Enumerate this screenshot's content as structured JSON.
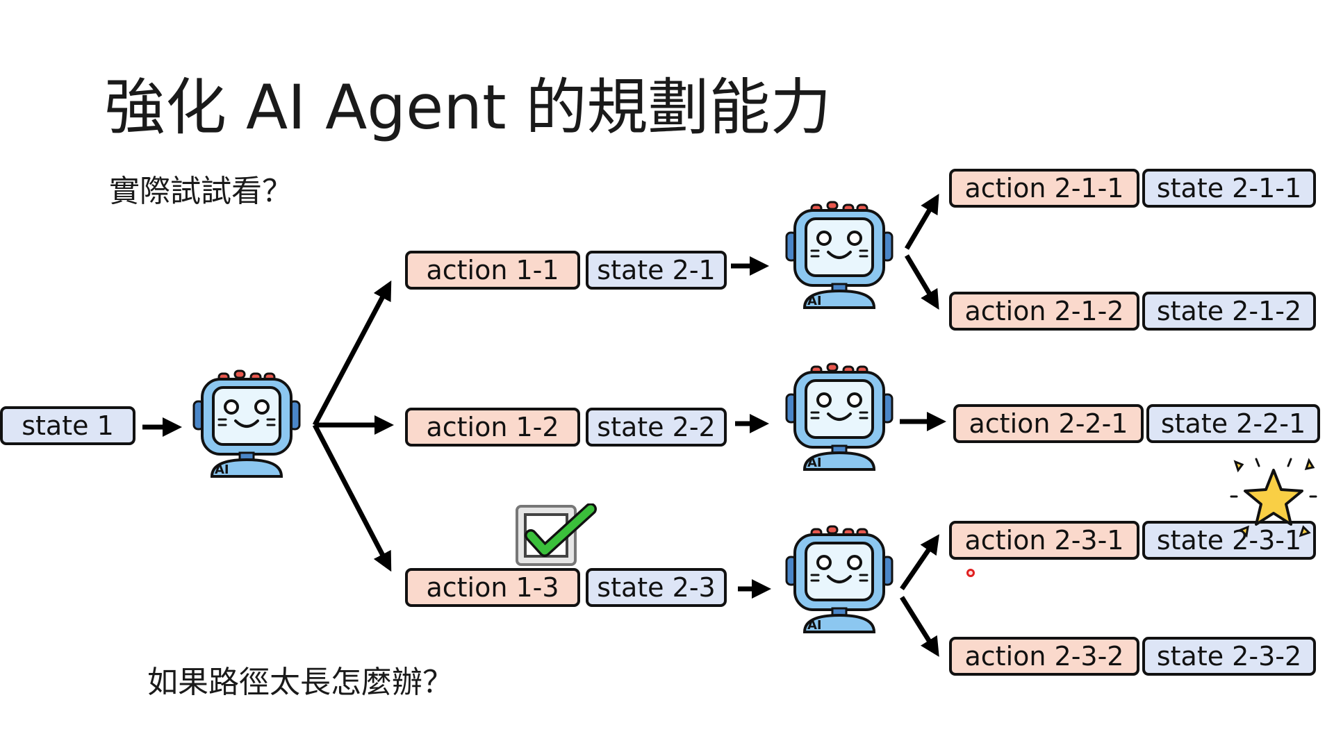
{
  "slide": {
    "title": "強化 AI Agent 的規劃能力",
    "subtitle": "實際試試看？",
    "question": "如果路徑太長怎麼辦？"
  },
  "diagram": {
    "root_state": "state 1",
    "robot_badge": "AI",
    "level1": [
      {
        "action": "action 1-1",
        "state": "state 2-1"
      },
      {
        "action": "action 1-2",
        "state": "state 2-2"
      },
      {
        "action": "action 1-3",
        "state": "state 2-3",
        "marked": "checkbox-checked"
      }
    ],
    "level2": [
      {
        "action": "action 2-1-1",
        "state": "state 2-1-1"
      },
      {
        "action": "action 2-1-2",
        "state": "state 2-1-2"
      },
      {
        "action": "action 2-2-1",
        "state": "state 2-2-1"
      },
      {
        "action": "action 2-3-1",
        "state": "state 2-3-1",
        "marked": "star"
      },
      {
        "action": "action 2-3-2",
        "state": "state 2-3-2"
      }
    ],
    "colors": {
      "action_fill": "#fad9cc",
      "state_fill": "#dde5f6",
      "robot_body": "#8cc7f0",
      "check": "#3bbf3b",
      "star": "#f9cf45"
    }
  }
}
